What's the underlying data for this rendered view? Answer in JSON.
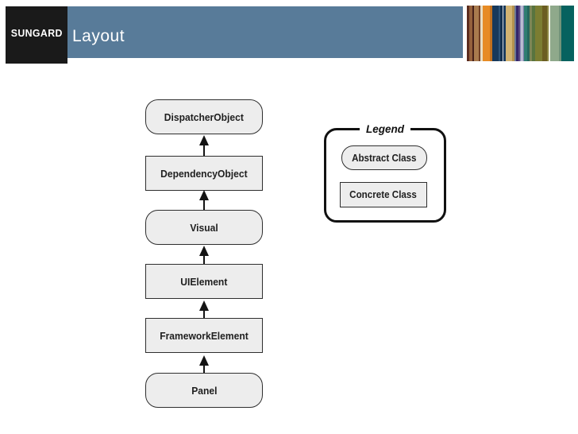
{
  "slide": {
    "logo_text": "SUNGARD",
    "title": "Layout"
  },
  "hierarchy": {
    "classes": [
      {
        "label": "DispatcherObject",
        "type": "abstract"
      },
      {
        "label": "DependencyObject",
        "type": "concrete"
      },
      {
        "label": "Visual",
        "type": "abstract"
      },
      {
        "label": "UIElement",
        "type": "concrete"
      },
      {
        "label": "FrameworkElement",
        "type": "concrete"
      },
      {
        "label": "Panel",
        "type": "abstract"
      }
    ]
  },
  "legend": {
    "title": "Legend",
    "items": [
      {
        "label": "Abstract Class",
        "type": "abstract"
      },
      {
        "label": "Concrete Class",
        "type": "concrete"
      }
    ]
  },
  "colors": {
    "header_bar": "#587b99",
    "logo_bg": "#1a1a1a",
    "box_fill": "#ededed",
    "box_border": "#2e2e2e",
    "ink": "#1f1f1f"
  },
  "decoration": {
    "stripes": [
      {
        "color": "#5a2c1e",
        "w": 3
      },
      {
        "color": "#94603c",
        "w": 4
      },
      {
        "color": "#46211a",
        "w": 2
      },
      {
        "color": "#a97b4e",
        "w": 6
      },
      {
        "color": "#713f26",
        "w": 2
      },
      {
        "color": "#e9dcc0",
        "w": 3
      },
      {
        "color": "#e78b24",
        "w": 9
      },
      {
        "color": "#c2701d",
        "w": 3
      },
      {
        "color": "#17395c",
        "w": 8
      },
      {
        "color": "#2d547a",
        "w": 2
      },
      {
        "color": "#13304e",
        "w": 3
      },
      {
        "color": "#d8dce2",
        "w": 1
      },
      {
        "color": "#1c3d60",
        "w": 3
      },
      {
        "color": "#d2b372",
        "w": 8
      },
      {
        "color": "#b3924f",
        "w": 3
      },
      {
        "color": "#6a7795",
        "w": 2
      },
      {
        "color": "#33256b",
        "w": 3
      },
      {
        "color": "#57457f",
        "w": 2
      },
      {
        "color": "#9a9cc0",
        "w": 2
      },
      {
        "color": "#eceef2",
        "w": 1
      },
      {
        "color": "#8a8fb5",
        "w": 2
      },
      {
        "color": "#2e7d72",
        "w": 4
      },
      {
        "color": "#24675e",
        "w": 3
      },
      {
        "color": "#7d8656",
        "w": 3
      },
      {
        "color": "#58743f",
        "w": 4
      },
      {
        "color": "#7b7d32",
        "w": 9
      },
      {
        "color": "#6b5d22",
        "w": 6
      },
      {
        "color": "#8a8440",
        "w": 2
      },
      {
        "color": "#eff0e2",
        "w": 2
      },
      {
        "color": "#8fa98b",
        "w": 11
      },
      {
        "color": "#73937a",
        "w": 3
      },
      {
        "color": "#06625f",
        "w": 16
      }
    ]
  }
}
